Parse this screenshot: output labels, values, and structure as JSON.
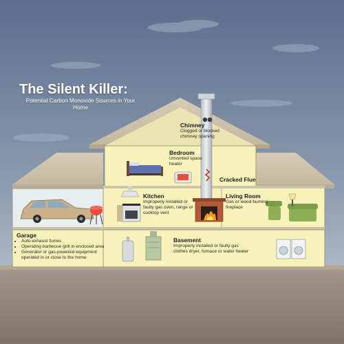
{
  "title": "The Silent Killer:",
  "subtitle": "Potential Carbon Monoxide Sources in Your Home",
  "colors": {
    "sky_top": "#5b6e8d",
    "sky_bottom": "#c9d2d6",
    "wall_yellow": "#f6f2b9",
    "roof_face": "#d3cab1",
    "ground": "#8e8277"
  },
  "labels": {
    "chimney": {
      "heading": "Chimney",
      "body": "Clogged or blocked chimney opening"
    },
    "bedroom": {
      "heading": "Bedroom",
      "body": "Unvented space heater"
    },
    "cracked_flue": {
      "heading": "Cracked Flue"
    },
    "kitchen": {
      "heading": "Kitchen",
      "body": "Improperly installed or faulty gas oven, range or cooktop vent"
    },
    "living_room": {
      "heading": "Living Room",
      "body": "Gas or wood burning fireplace"
    },
    "garage": {
      "heading": "Garage",
      "items": [
        "Auto exhaust fumes",
        "Operating barbecue grill in enclosed area",
        "Generator or gas-powered equipment operated in or close to the home"
      ]
    },
    "basement": {
      "heading": "Basement",
      "body": "Improperly installed or faulty gas clothes dryer, furnace or water heater"
    }
  }
}
